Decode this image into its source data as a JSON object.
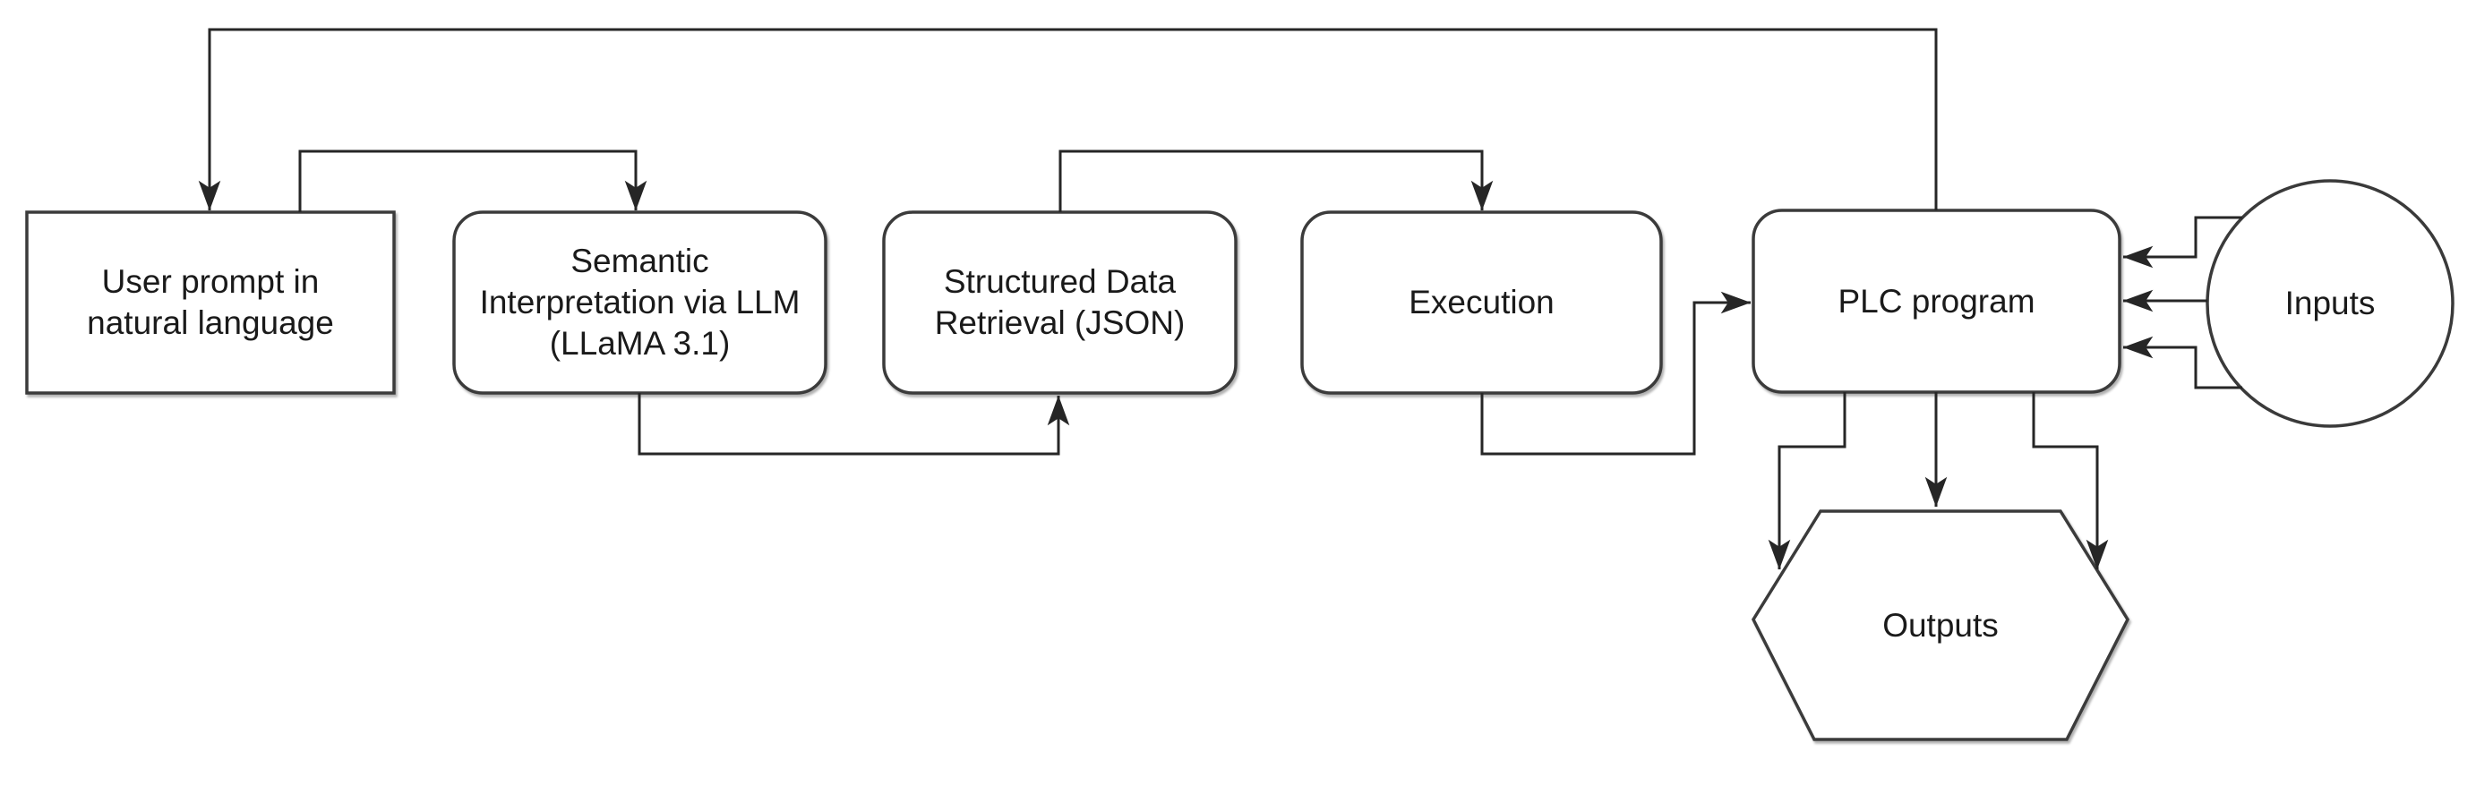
{
  "diagram": {
    "title": "LLM-driven PLC programming flowchart",
    "background_color": "#ffffff",
    "shape_border_color": "#3a3a3a",
    "connector_color": "#262626",
    "text_color": "#1a1a1a",
    "nodes": {
      "user_prompt": {
        "shape": "rectangle",
        "label": "User prompt in natural language",
        "lines": [
          "User prompt in",
          "natural language"
        ]
      },
      "semantic": {
        "shape": "rounded-rectangle",
        "label": "Semantic Interpretation via LLM (LLaMA 3.1)",
        "lines": [
          "Semantic",
          "Interpretation via LLM",
          "(LLaMA 3.1)"
        ]
      },
      "structured": {
        "shape": "rounded-rectangle",
        "label": "Structured Data Retrieval (JSON)",
        "lines": [
          "Structured Data",
          "Retrieval (JSON)"
        ]
      },
      "execution": {
        "shape": "rounded-rectangle",
        "label": "Execution",
        "lines": [
          "Execution"
        ]
      },
      "plc": {
        "shape": "rounded-rectangle",
        "label": "PLC program",
        "lines": [
          "PLC program"
        ]
      },
      "inputs": {
        "shape": "circle",
        "label": "Inputs",
        "lines": [
          "Inputs"
        ]
      },
      "outputs": {
        "shape": "hexagon",
        "label": "Outputs",
        "lines": [
          "Outputs"
        ]
      }
    },
    "edges": [
      {
        "from": "plc",
        "to": "user_prompt",
        "note": "feedback line routed across the top"
      },
      {
        "from": "user_prompt",
        "to": "semantic"
      },
      {
        "from": "semantic",
        "to": "structured",
        "note": "routed under the boxes"
      },
      {
        "from": "structured",
        "to": "execution",
        "note": "routed over the boxes"
      },
      {
        "from": "execution",
        "to": "plc",
        "note": "routed under, arrow into left side"
      },
      {
        "from": "inputs",
        "to": "plc",
        "note": "three parallel arrows into right side"
      },
      {
        "from": "plc",
        "to": "outputs",
        "note": "three lines down into hexagon"
      }
    ]
  }
}
